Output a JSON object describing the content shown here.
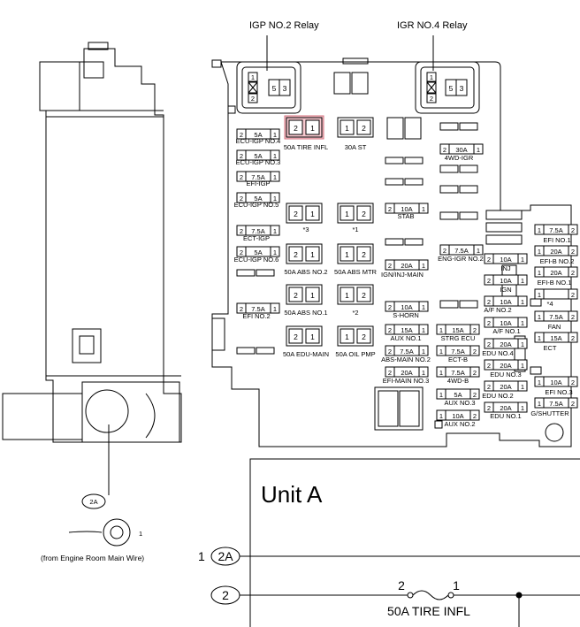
{
  "relay_labels": {
    "igp_no2": "IGP NO.2 Relay",
    "igr_no4": "IGR NO.4 Relay"
  },
  "relay_pins": {
    "p1": "1",
    "p2": "2",
    "p5": "5",
    "p3": "3"
  },
  "fuses": [
    {
      "name": "50A TIRE INFL",
      "p2": "2",
      "p1": "1",
      "highlighted": true
    },
    {
      "name": "ECU-IGP NO.4",
      "rating": "5A",
      "p2": "2",
      "p1": "1"
    },
    {
      "name": "ECU-IGP NO.3",
      "rating": "5A",
      "p2": "2",
      "p1": "1"
    },
    {
      "name": "EFI-IGP",
      "rating": "7.5A",
      "p2": "2",
      "p1": "1"
    },
    {
      "name": "ECU-IGP NO.5",
      "rating": "5A",
      "p2": "2",
      "p1": "1"
    },
    {
      "name": "ECT-IGP",
      "rating": "7.5A",
      "p2": "2",
      "p1": "1"
    },
    {
      "name": "ECU-IGP NO.6",
      "rating": "5A",
      "p2": "2",
      "p1": "1"
    },
    {
      "name": "EFI NO.2",
      "rating": "7.5A",
      "p2": "2",
      "p1": "1"
    },
    {
      "name": "30A ST",
      "p2": "1",
      "p1": "2"
    },
    {
      "name": "4WD-IGR",
      "rating": "30A",
      "p2": "2",
      "p1": "1"
    },
    {
      "name": "STAB",
      "rating": "10A",
      "p2": "2",
      "p1": "1"
    },
    {
      "name": "*3",
      "p2": "2",
      "p1": "1"
    },
    {
      "name": "*1",
      "p2": "1",
      "p1": "2"
    },
    {
      "name": "50A ABS NO.2",
      "p2": "2",
      "p1": "1"
    },
    {
      "name": "50A ABS MTR",
      "p2": "1",
      "p1": "2"
    },
    {
      "name": "ENG-IGR NO.2",
      "rating": "7.5A",
      "p2": "2",
      "p1": "1"
    },
    {
      "name": "IGN/INJ-MAIN",
      "rating": "20A",
      "p2": "2",
      "p1": "1"
    },
    {
      "name": "50A ABS NO.1",
      "p2": "2",
      "p1": "1"
    },
    {
      "name": "*2",
      "p2": "1",
      "p1": "2"
    },
    {
      "name": "S-HORN",
      "rating": "10A",
      "p2": "2",
      "p1": "1"
    },
    {
      "name": "INJ",
      "rating": "10A",
      "p2": "2",
      "p1": "1"
    },
    {
      "name": "IGN",
      "rating": "10A",
      "p2": "2",
      "p1": "1"
    },
    {
      "name": "A/F NO.2",
      "rating": "10A",
      "p2": "2",
      "p1": "1"
    },
    {
      "name": "A/F NO.1",
      "rating": "10A",
      "p2": "2",
      "p1": "1"
    },
    {
      "name": "50A EDU-MAIN",
      "p2": "2",
      "p1": "1"
    },
    {
      "name": "50A OIL PMP",
      "p2": "1",
      "p1": "2"
    },
    {
      "name": "AUX NO.1",
      "rating": "15A",
      "p2": "2",
      "p1": "1"
    },
    {
      "name": "STRG ECU",
      "rating": "15A",
      "p2": "1",
      "p1": "2"
    },
    {
      "name": "ABS-MAIN NO.2",
      "rating": "7.5A",
      "p2": "2",
      "p1": "1"
    },
    {
      "name": "ECT-B",
      "rating": "7.5A",
      "p2": "1",
      "p1": "2"
    },
    {
      "name": "EFI-MAIN NO.3",
      "rating": "20A",
      "p2": "2",
      "p1": "1"
    },
    {
      "name": "4WD-B",
      "rating": "7.5A",
      "p2": "1",
      "p1": "2"
    },
    {
      "name": "EDU NO.4",
      "rating": "20A",
      "p2": "2",
      "p1": "1"
    },
    {
      "name": "EDU NO.3",
      "rating": "20A",
      "p2": "2",
      "p1": "1"
    },
    {
      "name": "EDU NO.2",
      "rating": "20A",
      "p2": "2",
      "p1": "1"
    },
    {
      "name": "EDU NO.1",
      "rating": "20A",
      "p2": "2",
      "p1": "1"
    },
    {
      "name": "AUX NO.3",
      "rating": "5A",
      "p2": "1",
      "p1": "2"
    },
    {
      "name": "AUX NO.2",
      "rating": "10A",
      "p2": "1",
      "p1": "2"
    },
    {
      "name": "EFI NO.1",
      "rating": "7.5A",
      "p2": "1",
      "p1": "2"
    },
    {
      "name": "EFI-B NO.2",
      "rating": "20A",
      "p2": "1",
      "p1": "2"
    },
    {
      "name": "EFI-B NO.1",
      "rating": "20A",
      "p2": "1",
      "p1": "2"
    },
    {
      "name": "*4",
      "p2": "1",
      "p1": "2"
    },
    {
      "name": "FAN",
      "rating": "7.5A",
      "p2": "1",
      "p1": "2"
    },
    {
      "name": "ECT",
      "rating": "15A",
      "p2": "1",
      "p1": "2"
    },
    {
      "name": "EFI NO.3",
      "rating": "10A",
      "p2": "1",
      "p1": "2"
    },
    {
      "name": "G/SHUTTER",
      "rating": "7.5A",
      "p2": "1",
      "p1": "2"
    }
  ],
  "left_part": {
    "connector_id": "2A",
    "pin": "1",
    "note": "(from Engine Room Main Wire)"
  },
  "schematic": {
    "title": "Unit A",
    "row1_pin": "1",
    "row1_connector": "2A",
    "row2_connector": "2",
    "fuse_pin_left": "2",
    "fuse_pin_right": "1",
    "fuse_label": "50A TIRE INFL"
  }
}
